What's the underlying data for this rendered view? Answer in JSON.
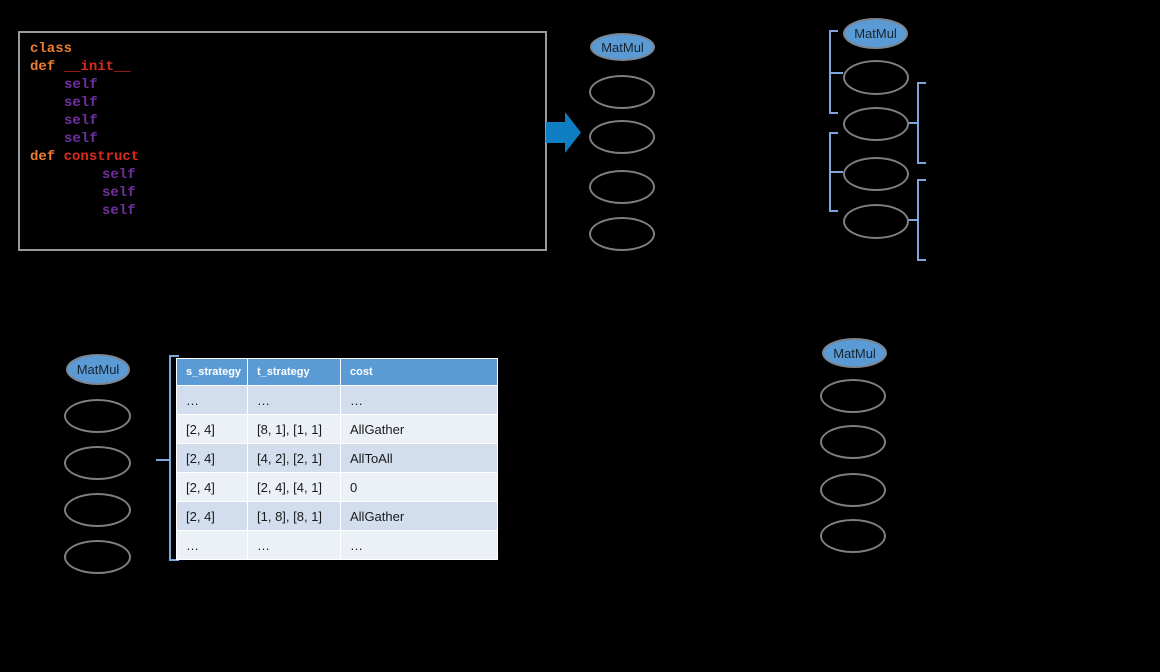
{
  "theme": {
    "op_node_fill": "#5B9BD5",
    "node_outline": "#7F7F7F",
    "arrow_blue": "#0F7DC2",
    "bracket_blue": "#7FA6DA",
    "table_header_bg": "#5B9BD5",
    "table_row_dark": "#D2DEEE",
    "table_row_light": "#ECF1F8",
    "code_keyword": "#ED7D31",
    "code_function": "#DA2B1F",
    "code_self": "#7030A0"
  },
  "code": {
    "lines": [
      {
        "tokens": [
          {
            "text": "class",
            "type": "keyword"
          }
        ]
      },
      {
        "tokens": [
          {
            "text": "def ",
            "type": "keyword"
          },
          {
            "text": "__init__",
            "type": "function"
          }
        ]
      },
      {
        "tokens": [
          {
            "text": "self",
            "type": "self"
          }
        ]
      },
      {
        "tokens": [
          {
            "text": "self",
            "type": "self"
          }
        ]
      },
      {
        "tokens": [
          {
            "text": "self",
            "type": "self"
          }
        ]
      },
      {
        "tokens": [
          {
            "text": "self",
            "type": "self"
          }
        ]
      },
      {
        "tokens": [
          {
            "text": "def ",
            "type": "keyword"
          },
          {
            "text": "construct",
            "type": "function"
          }
        ]
      },
      {
        "tokens": [
          {
            "text": "self",
            "type": "self"
          }
        ]
      },
      {
        "tokens": [
          {
            "text": "self",
            "type": "self"
          }
        ]
      },
      {
        "tokens": [
          {
            "text": "self",
            "type": "self"
          }
        ]
      }
    ]
  },
  "graph_columns": [
    {
      "id": "top-middle",
      "op_label": "MatMul",
      "node_count": 4
    },
    {
      "id": "top-right",
      "op_label": "MatMul",
      "node_count": 4
    },
    {
      "id": "bottom-left",
      "op_label": "MatMul",
      "node_count": 4
    },
    {
      "id": "bottom-right",
      "op_label": "MatMul",
      "node_count": 4
    }
  ],
  "strategy_table": {
    "columns": [
      "s_strategy",
      "t_strategy",
      "cost"
    ],
    "rows": [
      [
        "…",
        "…",
        "…"
      ],
      [
        "[2, 4]",
        "[8, 1], [1, 1]",
        "AllGather"
      ],
      [
        "[2, 4]",
        "[4, 2], [2, 1]",
        "AllToAll"
      ],
      [
        "[2, 4]",
        "[2, 4], [4, 1]",
        "0"
      ],
      [
        "[2, 4]",
        "[1, 8], [8, 1]",
        "AllGather"
      ],
      [
        "…",
        "…",
        "…"
      ]
    ]
  }
}
